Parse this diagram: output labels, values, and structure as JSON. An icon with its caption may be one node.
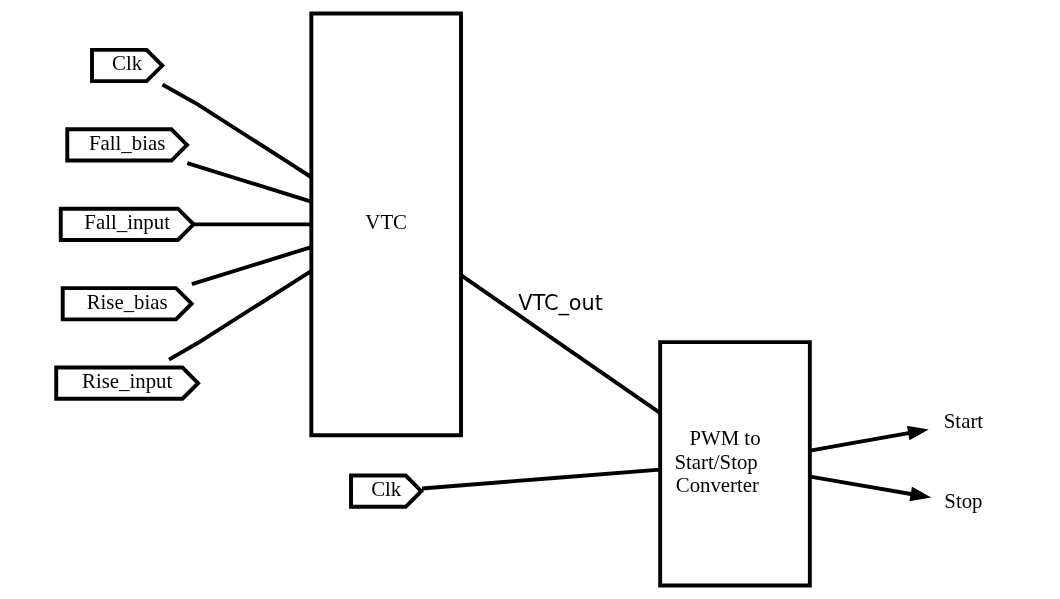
{
  "diagram": {
    "nodes": [
      {
        "text": [
          "Clk"
        ]
      },
      {
        "text": [
          "Fall_bias"
        ]
      },
      {
        "text": [
          "Fall_input"
        ]
      },
      {
        "text": [
          "Rise_bias"
        ]
      },
      {
        "text": [
          "Rise_input"
        ]
      },
      {
        "text": [
          "VTC"
        ]
      },
      {
        "text": [
          "Clk"
        ]
      },
      {
        "text": [
          "PWM to Start/Stop Converter"
        ]
      },
      {
        "text": [
          "Start"
        ]
      },
      {
        "text": [
          "Stop"
        ]
      }
    ],
    "edges": [
      {
        "from": 0,
        "to": 5,
        "arrow": "none"
      },
      {
        "from": 1,
        "to": 5,
        "arrow": "none"
      },
      {
        "from": 2,
        "to": 5,
        "arrow": "none"
      },
      {
        "from": 3,
        "to": 5,
        "arrow": "none"
      },
      {
        "from": 4,
        "to": 5,
        "arrow": "none"
      },
      {
        "from": 6,
        "to": 7,
        "arrow": "none"
      },
      {
        "from": 5,
        "to": 7,
        "arrow": "none",
        "label": "VTC_out"
      },
      {
        "from": 7,
        "to": 8,
        "arrow": "to"
      },
      {
        "from": 7,
        "to": 9,
        "arrow": "to"
      }
    ]
  }
}
